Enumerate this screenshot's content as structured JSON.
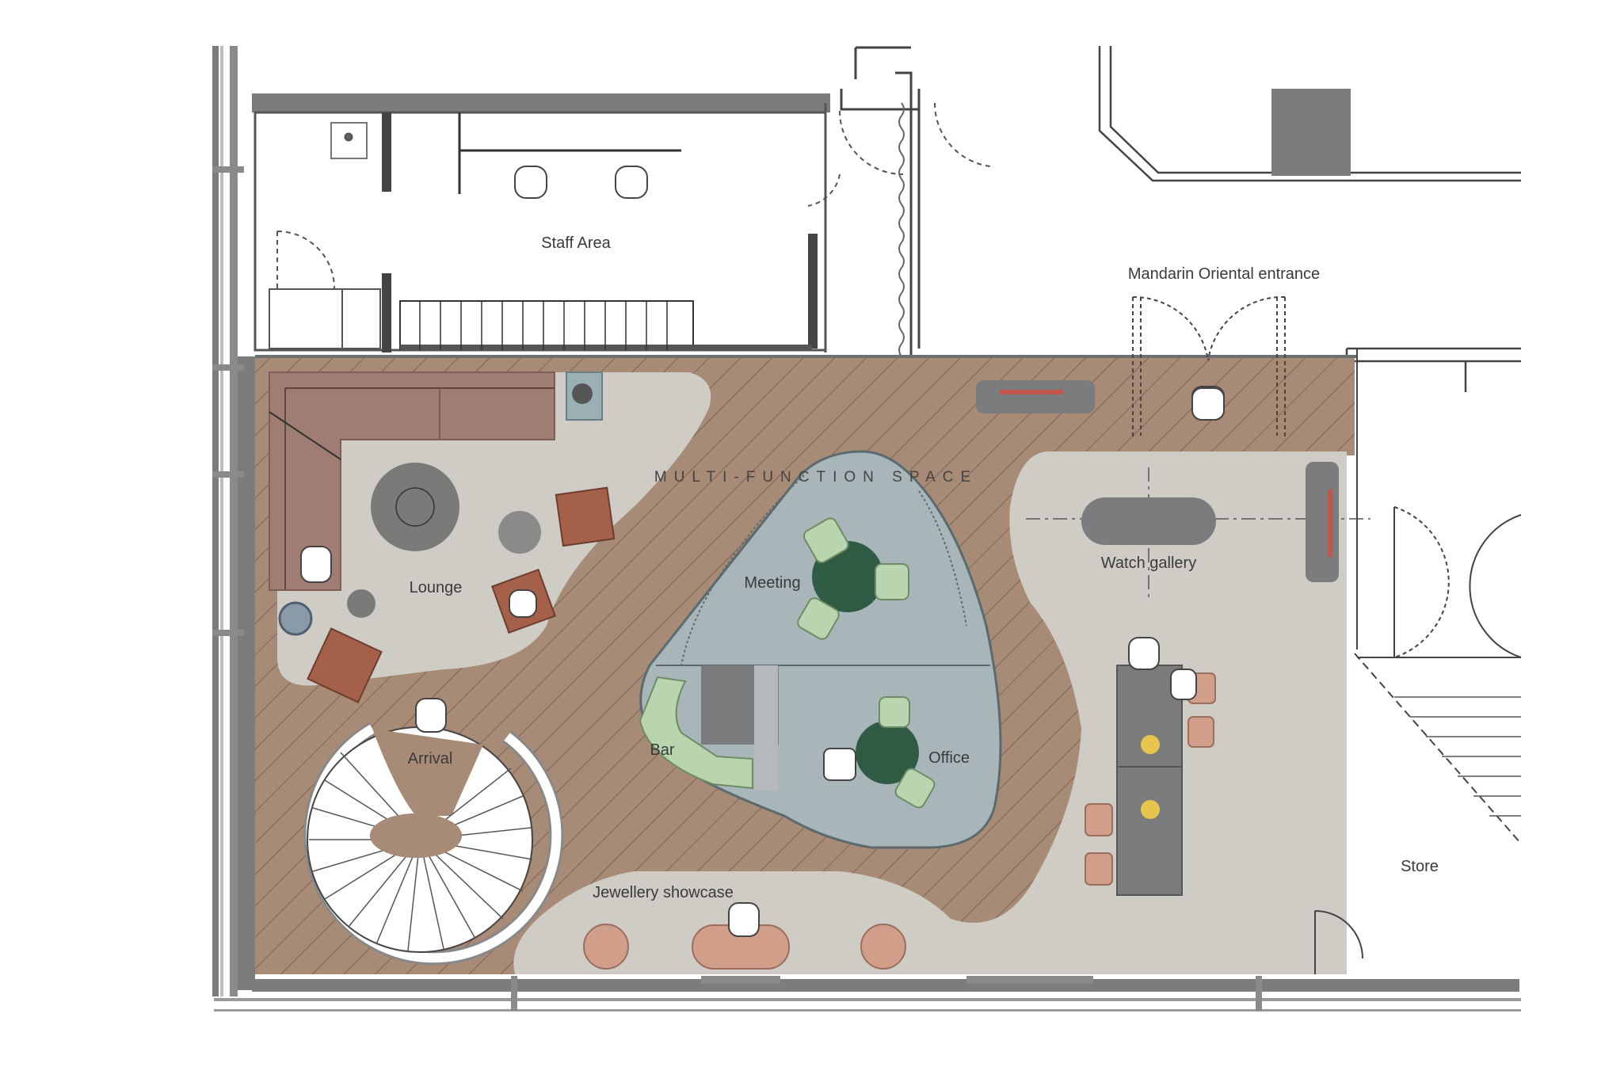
{
  "plan": {
    "rooms": {
      "staff_area": "Staff Area",
      "mandarin_entrance": "Mandarin Oriental entrance",
      "multi_function": "MULTI-FUNCTION SPACE",
      "meeting": "Meeting",
      "lounge": "Lounge",
      "watch_gallery": "Watch gallery",
      "bar": "Bar",
      "office": "Office",
      "arrival": "Arrival",
      "store": "Store",
      "jewellery_showcase": "Jewellery showcase"
    },
    "colors": {
      "timber_floor": "#a78b76",
      "stone_floor": "#cfccc6",
      "meeting_floor": "#a8b6b9",
      "wall": "#7a7c7e",
      "sofa": "#a07d72",
      "armchair": "#a5604a",
      "green_chair": "#b9d5b0",
      "dark_green_table": "#2f5b44",
      "pink_ottoman": "#d19e8a",
      "red_accent": "#c0574a"
    }
  }
}
